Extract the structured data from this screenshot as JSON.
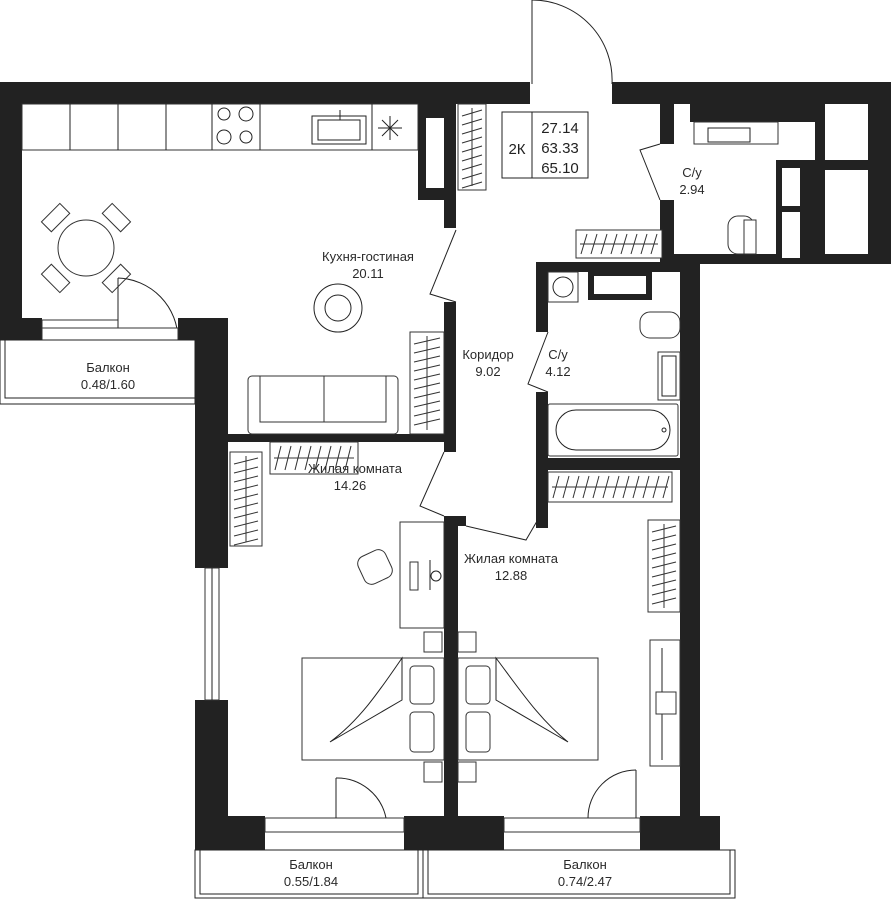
{
  "summary": {
    "type": "2К",
    "areas": [
      "27.14",
      "63.33",
      "65.10"
    ]
  },
  "rooms": {
    "kitchen": {
      "name": "Кухня-гостиная",
      "area": "20.11"
    },
    "bath1": {
      "name": "С/у",
      "area": "2.94"
    },
    "corridor": {
      "name": "Коридор",
      "area": "9.02"
    },
    "bath2": {
      "name": "С/у",
      "area": "4.12"
    },
    "living1": {
      "name": "Жилая комната",
      "area": "14.26"
    },
    "living2": {
      "name": "Жилая комната",
      "area": "12.88"
    }
  },
  "balconies": {
    "b1": {
      "name": "Балкон",
      "area": "0.48/1.60"
    },
    "b2": {
      "name": "Балкон",
      "area": "0.55/1.84"
    },
    "b3": {
      "name": "Балкон",
      "area": "0.74/2.47"
    }
  }
}
